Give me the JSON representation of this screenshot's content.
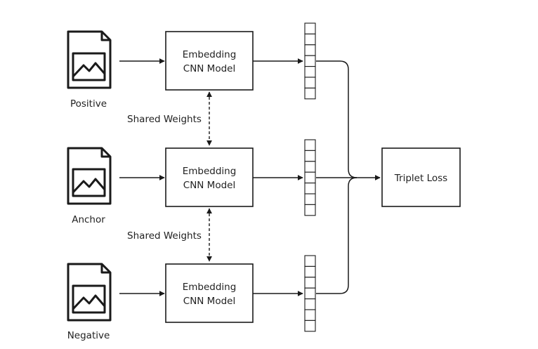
{
  "inputs": {
    "positive": "Positive",
    "anchor": "Anchor",
    "negative": "Negative"
  },
  "models": [
    {
      "line1": "Embedding",
      "line2": "CNN Model"
    },
    {
      "line1": "Embedding",
      "line2": "CNN Model"
    },
    {
      "line1": "Embedding",
      "line2": "CNN Model"
    }
  ],
  "shared_weights": [
    "Shared Weights",
    "Shared Weights"
  ],
  "loss": "Triplet Loss",
  "icons": {
    "input": "image-file-icon"
  }
}
